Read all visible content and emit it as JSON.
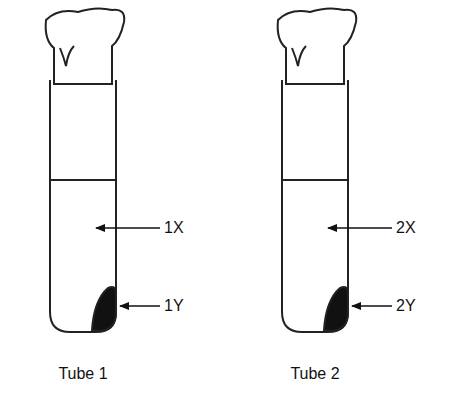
{
  "diagram": {
    "labels": [
      "1X",
      "1Y",
      "2X",
      "2Y",
      "Tube 1",
      "Tube 2"
    ]
  }
}
